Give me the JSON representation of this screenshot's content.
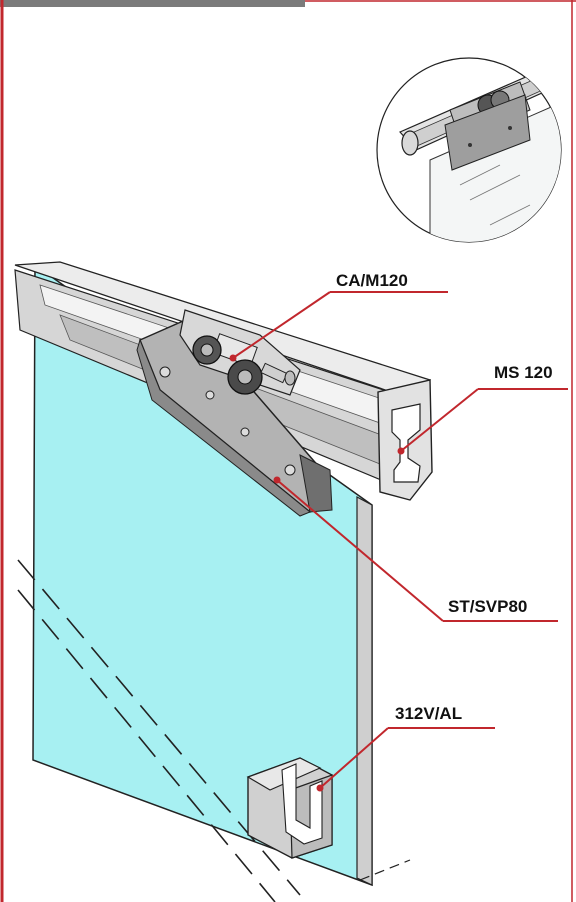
{
  "labels": {
    "carriage": "CA/M120",
    "rail": "MS 120",
    "clamp": "ST/SVP80",
    "guide": "312V/AL"
  },
  "colors": {
    "frame_border": "#c1272d",
    "top_tab": "#7b7b7b",
    "leader": "#c1272d",
    "glass": "#a7f0f2",
    "metal_light": "#e6e6e6",
    "metal_mid": "#c9c9c9",
    "metal_dark": "#8d8d8d",
    "outline": "#1a1a1a"
  },
  "icons": {
    "detail_inset": "detail-circle-icon",
    "track": "track-rail-icon",
    "roller": "roller-carriage-icon",
    "floor_guide": "floor-guide-icon"
  }
}
